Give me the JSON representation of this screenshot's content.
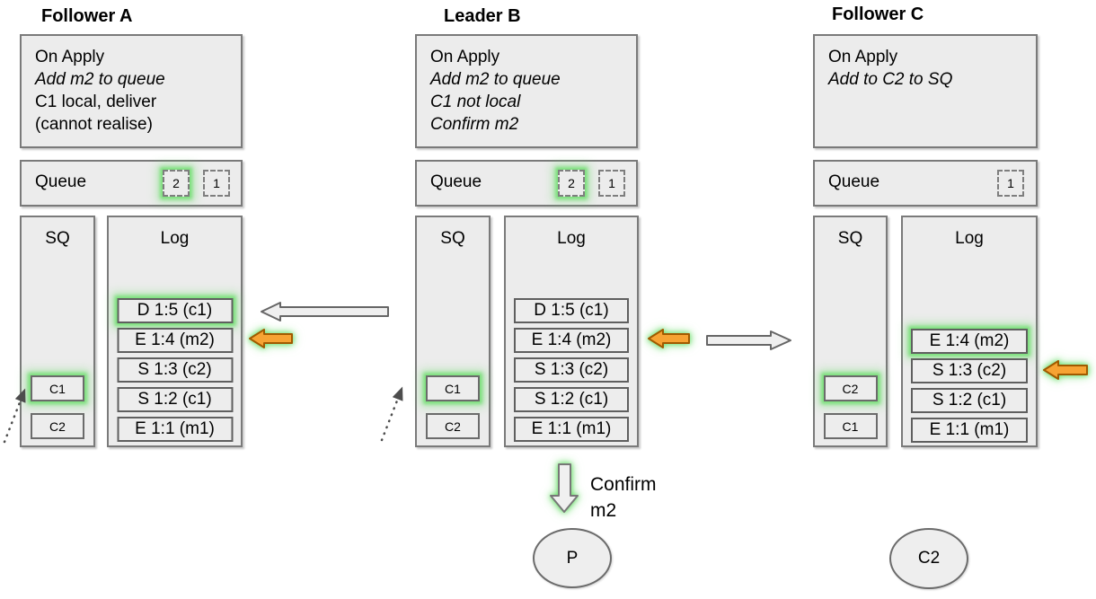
{
  "nodes": [
    {
      "title": "Follower A",
      "on_apply": {
        "lines": [
          {
            "text": "On Apply",
            "italic": false
          },
          {
            "text": "Add m2 to queue",
            "italic": true
          },
          {
            "text": "C1 local, deliver",
            "italic": false
          },
          {
            "text": "(cannot realise)",
            "italic": false
          }
        ]
      },
      "queue": {
        "label": "Queue",
        "slots": [
          {
            "value": "2",
            "highlighted": true
          },
          {
            "value": "1",
            "highlighted": false
          }
        ]
      },
      "sq": {
        "label": "SQ",
        "items": [
          {
            "value": "C1",
            "highlighted": true
          },
          {
            "value": "C2",
            "highlighted": false
          }
        ]
      },
      "log": {
        "label": "Log",
        "entries": [
          {
            "text": "D 1:5 (c1)",
            "highlighted": true
          },
          {
            "text": "E 1:4 (m2)",
            "highlighted": false
          },
          {
            "text": "S 1:3 (c2)",
            "highlighted": false
          },
          {
            "text": "S 1:2 (c1)",
            "highlighted": false
          },
          {
            "text": "E 1:1 (m1)",
            "highlighted": false
          }
        ]
      }
    },
    {
      "title": "Leader B",
      "on_apply": {
        "lines": [
          {
            "text": "On Apply",
            "italic": false
          },
          {
            "text": "Add m2 to queue",
            "italic": true
          },
          {
            "text": "C1 not local",
            "italic": true
          },
          {
            "text": "Confirm m2",
            "italic": true
          }
        ]
      },
      "queue": {
        "label": "Queue",
        "slots": [
          {
            "value": "2",
            "highlighted": true
          },
          {
            "value": "1",
            "highlighted": false
          }
        ]
      },
      "sq": {
        "label": "SQ",
        "items": [
          {
            "value": "C1",
            "highlighted": true
          },
          {
            "value": "C2",
            "highlighted": false
          }
        ]
      },
      "log": {
        "label": "Log",
        "entries": [
          {
            "text": "D 1:5 (c1)",
            "highlighted": false
          },
          {
            "text": "E 1:4 (m2)",
            "highlighted": false
          },
          {
            "text": "S 1:3 (c2)",
            "highlighted": false
          },
          {
            "text": "S 1:2 (c1)",
            "highlighted": false
          },
          {
            "text": "E 1:1 (m1)",
            "highlighted": false
          }
        ]
      }
    },
    {
      "title": "Follower C",
      "on_apply": {
        "lines": [
          {
            "text": "On Apply",
            "italic": false
          },
          {
            "text": "Add to C2 to SQ",
            "italic": true
          }
        ]
      },
      "queue": {
        "label": "Queue",
        "slots": [
          {
            "value": "1",
            "highlighted": false
          }
        ]
      },
      "sq": {
        "label": "SQ",
        "items": [
          {
            "value": "C2",
            "highlighted": true
          },
          {
            "value": "C1",
            "highlighted": false
          }
        ]
      },
      "log": {
        "label": "Log",
        "entries": [
          {
            "text": "E 1:4 (m2)",
            "highlighted": true
          },
          {
            "text": "S 1:3 (c2)",
            "highlighted": false
          },
          {
            "text": "S 1:2 (c1)",
            "highlighted": false
          },
          {
            "text": "E 1:1 (m1)",
            "highlighted": false
          }
        ]
      }
    }
  ],
  "annotations": {
    "confirm": "Confirm\nm2"
  },
  "terminals": [
    {
      "label": "P"
    },
    {
      "label": "C2"
    }
  ],
  "colors": {
    "highlight_glow": "#6ede6e",
    "arrow_orange_fill": "#f7a333",
    "arrow_orange_stroke": "#a05a00",
    "arrow_gray_fill": "#efefef",
    "arrow_gray_stroke": "#666666",
    "panel_fill": "#ececec",
    "panel_border": "#7a7a7a"
  }
}
